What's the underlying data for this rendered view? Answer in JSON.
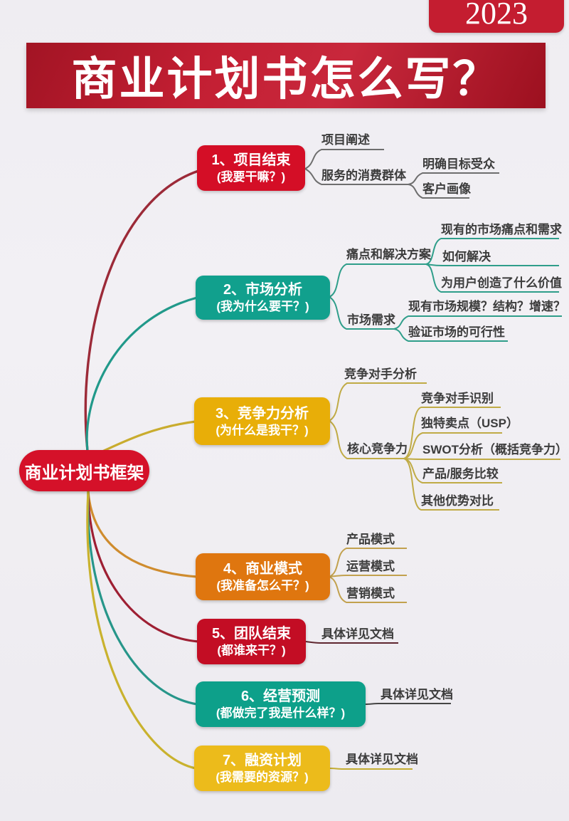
{
  "badge": {
    "year": "2023"
  },
  "header": {
    "title": "商业计划书怎么写？"
  },
  "center": {
    "label": "商业计划书框架"
  },
  "branches": [
    {
      "title": "1、项目结束",
      "subtitle": "(我要干嘛？)",
      "color": "#d40e26",
      "children": [
        {
          "label": "项目阐述"
        },
        {
          "label": "服务的消费群体",
          "children": [
            {
              "label": "明确目标受众"
            },
            {
              "label": "客户画像"
            }
          ]
        }
      ]
    },
    {
      "title": "2、市场分析",
      "subtitle": "(我为什么要干？)",
      "color": "#11a08d",
      "children": [
        {
          "label": "痛点和解决方案",
          "children": [
            {
              "label": "现有的市场痛点和需求"
            },
            {
              "label": "如何解决"
            },
            {
              "label": "为用户创造了什么价值"
            }
          ]
        },
        {
          "label": "市场需求",
          "children": [
            {
              "label": "现有市场规模？结构？增速？"
            },
            {
              "label": "验证市场的可行性"
            }
          ]
        }
      ]
    },
    {
      "title": "3、竞争力分析",
      "subtitle": "(为什么是我干？)",
      "color": "#e8ae08",
      "children": [
        {
          "label": "竞争对手分析"
        },
        {
          "label": "核心竞争力",
          "children": [
            {
              "label": "竞争对手识别"
            },
            {
              "label": "独特卖点（USP）"
            },
            {
              "label": "SWOT分析（概括竞争力）"
            },
            {
              "label": "产品/服务比较"
            },
            {
              "label": "其他优势对比"
            }
          ]
        }
      ]
    },
    {
      "title": "4、商业模式",
      "subtitle": "(我准备怎么干？)",
      "color": "#df760f",
      "children": [
        {
          "label": "产品模式"
        },
        {
          "label": "运营模式"
        },
        {
          "label": "营销模式"
        }
      ]
    },
    {
      "title": "5、团队结束",
      "subtitle": "(都谁来干？)",
      "color": "#c30d24",
      "children": [
        {
          "label": "具体详见文档"
        }
      ]
    },
    {
      "title": "6、经营预测",
      "subtitle": "(都做完了我是什么样？)",
      "color": "#0da08a",
      "children": [
        {
          "label": "具体详见文档"
        }
      ]
    },
    {
      "title": "7、融资计划",
      "subtitle": "(我需要的资源？)",
      "color": "#ecbb1b",
      "children": [
        {
          "label": "具体详见文档"
        }
      ]
    }
  ]
}
